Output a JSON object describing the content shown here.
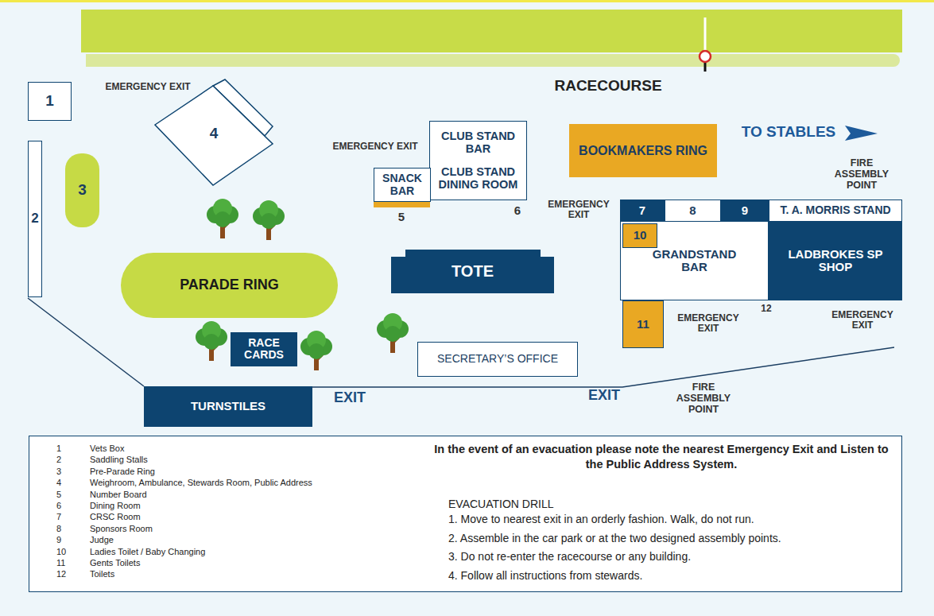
{
  "diagram": {
    "nodes": [
      {
        "text": [
          "1"
        ]
      },
      {
        "text": [
          "4"
        ]
      },
      {
        "text": [
          "CLUB STAND BAR",
          "CLUB STAND DINING ROOM"
        ]
      },
      {
        "text": [
          "BOOKMAKERS RING"
        ]
      },
      {
        "text": [
          "2"
        ]
      },
      {
        "text": [
          "3"
        ]
      },
      {
        "text": [
          "SNACK BAR"
        ]
      },
      {
        "text": [
          "7"
        ]
      },
      {
        "text": [
          "8"
        ]
      },
      {
        "text": [
          "9"
        ]
      },
      {
        "text": [
          "T. A. MORRIS STAND"
        ]
      },
      {
        "text": [
          "GRANDSTAND BAR"
        ]
      },
      {
        "text": [
          "10"
        ],
        "in": 11
      },
      {
        "text": [
          "LADBROKES SP SHOP"
        ]
      },
      {
        "text": [
          "PARADE RING"
        ]
      },
      {
        "text": [
          "TOTE"
        ]
      },
      {
        "text": [
          "11"
        ]
      },
      {
        "text": [
          "RACE CARDS"
        ]
      },
      {
        "text": [
          "SECRETARY’S OFFICE"
        ]
      },
      {
        "text": [
          "TURNSTILES"
        ]
      },
      {
        "text": [
          "1",
          "Vets Box",
          "2",
          "Saddling Stalls",
          "3",
          "Pre-Parade Ring",
          "4",
          "Weighroom, Ambulance, Stewards Room, Public Address",
          "5",
          "Number Board",
          "6",
          "Dining Room",
          "7",
          "CRSC Room",
          "8",
          "Sponsors Room",
          "9",
          "Judge",
          "10",
          "Ladies Toilet / Baby Changing",
          "11",
          "Gents Toilets",
          "12",
          "Toilets",
          "In the event of an evacuation please note the nearest Emergency Exit and Listen to the Public Address System.",
          "EVACUATION DRILL",
          "1. Move to nearest exit in an orderly fashion. Walk, do not run.",
          "2. Assemble in the car park or at the two designed assembly points.",
          "3. Do not re-enter the racecourse or any building.",
          "4. Follow all instructions from stewards."
        ]
      }
    ],
    "labels": [
      "EMERGENCY EXIT",
      "RACECOURSE",
      "TO STABLES",
      "EMERGENCY EXIT",
      "FIRE ASSEMBLY POINT",
      "EMERGENCY EXIT",
      "5",
      "6",
      "EMERGENCY EXIT",
      "12",
      "EMERGENCY EXIT",
      "EXIT",
      "EXIT",
      "FIRE ASSEMBLY POINT"
    ]
  }
}
